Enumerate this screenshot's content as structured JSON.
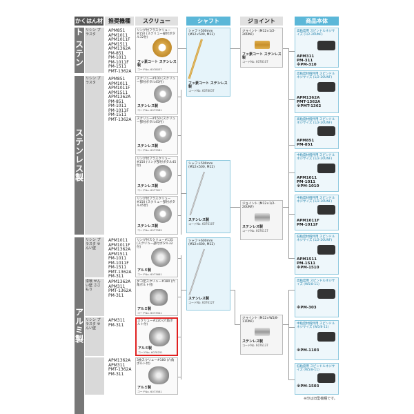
{
  "headers": {
    "material": "かくはん材料",
    "machine": "推奨機種",
    "screw": "スクリュー",
    "shaft": "シャフト",
    "joint": "ジョイント",
    "product": "商品本体"
  },
  "bands": {
    "fluoro": "フッ素コート ステンレス製",
    "stainless": "ステンレス製",
    "alumi": "アルミ製"
  },
  "sections": [
    {
      "material": "リシン プラスタ",
      "machines": "APM851\nAPM1011\nAPM1011F\nAPM1511\nAPM1362A\nPM-851\nPM-1011\nPM-1011F\nPM-1511\nPMT-1362A",
      "screw": {
        "title": "リング付フラスクリュー#150 (スクリュー部付ボタル32付)",
        "mat": "フッ素コート ステンレス製",
        "code": "コードNo. 6078037"
      }
    },
    {
      "material": "リシン プラスタ",
      "machines": "APM851\nAPM1011\nAPM1011F\nAPM1511\nAPM1362A\nPM-851\nPM-1011\nPM-1011F\nPM-1511\nPMT-1362A",
      "screw": {
        "title": "スクリュー#100 (スクリュー部付ボタル45付)",
        "mat": "ステンレス製",
        "code": "コードNo. 6073581"
      }
    }
  ],
  "stainless_screws": [
    {
      "title": "スクリュー#150 (スクリュー部付ボタル45付)",
      "mat": "ステンレス製",
      "code": "コードNo. 6073581"
    },
    {
      "title": "リング付フラスクリュー#150 (リング部付ボタル45付)",
      "mat": "ステンレス製",
      "code": "コードNo. 6077617"
    },
    {
      "title": "リング付フラスクリュー#150 (スクリュー部付ボタル45付)",
      "mat": "ステンレス製",
      "code": "コードNo. 6077585"
    }
  ],
  "alumi_sections": [
    {
      "material": "リシン プラスタ せんい壁",
      "machines": "APM1011\nAPM1011F\nAPM1362A\nAPM1511\nPM-1011\nPM-1011F\nPM-1511\nPMT-1362A\nPM-311",
      "screw": {
        "title": "リング付スクリュー#135 (スクリュー部付ボタル32付)",
        "mat": "アルミ製",
        "code": "コードNo. 6073661"
      }
    },
    {
      "material": "漆喰 せんい壁 ささもり",
      "machines": "APM1362A\nAPM311\nPMT-1362A\nPM-311",
      "screw": {
        "title": "ダコ足スクリュー#180 (六角ボルト付)",
        "mat": "アルミ製",
        "code": "コードNo. 6073941"
      }
    },
    {
      "material": "リシン プラスタ せんい壁",
      "machines": "APM311\nPM-311",
      "screw": {
        "title": "スクリュー#220 (六角ボルト付)",
        "mat": "アルミ製",
        "code": "コードNo. 6078251"
      }
    },
    {
      "material": "",
      "machines": "APM1362A\nAPM311\nPMT-1362A\nPM-311",
      "screw": {
        "title": "3枚スクリュー#180 (六角ボルト付)",
        "mat": "アルミ製",
        "code": "コードNo. 6073581"
      }
    }
  ],
  "shafts": [
    {
      "title": "シャフト500mm (M12×500, M12)",
      "mat": "フッ素コート ステンレス製",
      "code": "コードNo. 6078037"
    },
    {
      "title": "シャフト500mm (M12×500, M12)",
      "mat": "ステンレス製",
      "code": "コードNo. 6076107"
    },
    {
      "title": "シャフト600mm (M12×600, M12)",
      "mat": "ステンレス製",
      "code": "コードNo. 6076127"
    }
  ],
  "joints": [
    {
      "title": "ジョイント (M12×1/2-20UNF)",
      "mat": "フッ素コート ステンレス製",
      "code": "コードNo. 6078107"
    },
    {
      "title": "ジョイント (M12×1/2-20UNF)",
      "mat": "ステンレス製",
      "code": "コードNo. 6076117"
    },
    {
      "title": "ジョイント (M12×W5/8-11UNF)",
      "mat": "ステンレス製",
      "code": "コードNo. 6076137"
    }
  ],
  "products": [
    {
      "desc": "高粘度用 スピンドルネジサイズ (1/2-20UNF)",
      "models": "APM311\nPM-311\n※PM-310"
    },
    {
      "desc": "高粘度材撹拌用 スピンドルネジサイズ (1/2-20UNF)",
      "models": "APM1362A\nPMT-1362A\n※PMT-1362"
    },
    {
      "desc": "高粘度材撹拌用 スピンドルネジサイズ (1/2-20UNF)",
      "models": "APM851\nPM-851"
    },
    {
      "desc": "中粘度材撹拌用 スピンドルネジサイズ (1/2-20UNF)",
      "models": "APM1011\nPM-1011\n※PM-1010"
    },
    {
      "desc": "中粘度材撹拌用 スピンドルネジサイズ (1/2-20UNF)",
      "models": "APM1011F\nPM-1011F"
    },
    {
      "desc": "低粘度材撹拌用 スピンドルネジサイズ (1/2-20UNF)",
      "models": "APM1511\nPM-1511\n※PM-1510"
    },
    {
      "desc": "高粘度用 スピンドルネジサイズ (W5/8-11)",
      "models": "※PM-303"
    },
    {
      "desc": "中粘度材撹拌用 スピンドルネジサイズ (W5/8-11)",
      "models": "※PM-1103"
    },
    {
      "desc": "低粘度用 スピンドルネジサイズ (W5/8-11)",
      "models": "※PM-1503"
    }
  ],
  "footnote": "※印は旧型機種です。",
  "colors": {
    "accent": "#5bb7d8",
    "band": "#777777",
    "highlight": "#e02020",
    "gold": "#d9a84a"
  }
}
